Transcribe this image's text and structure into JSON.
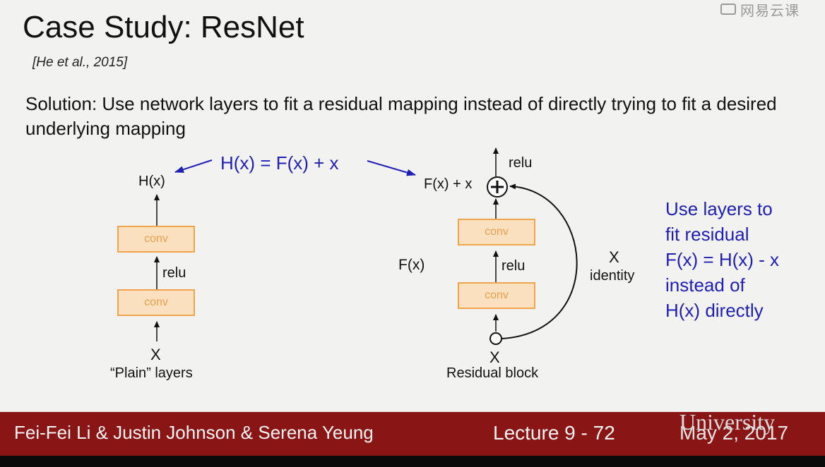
{
  "watermark": {
    "text": "网易云课"
  },
  "slide": {
    "title": "Case Study: ResNet",
    "citation": "[He et al., 2015]",
    "solution": "Solution: Use network layers to fit a residual mapping instead of directly trying to fit a desired underlying mapping"
  },
  "diagram": {
    "equation": "H(x) = F(x) + x",
    "plain": {
      "output_label": "H(x)",
      "conv_top": "conv",
      "relu": "relu",
      "conv_bottom": "conv",
      "input_label": "X",
      "caption": "“Plain” layers"
    },
    "residual": {
      "top_relu": "relu",
      "sum_label": "F(x) + x",
      "conv_top": "conv",
      "relu": "relu",
      "conv_bottom": "conv",
      "fx_label": "F(x)",
      "input_label": "X",
      "caption": "Residual block",
      "identity_x": "X",
      "identity_label": "identity"
    }
  },
  "note": {
    "lines": [
      "Use layers to",
      "fit residual",
      "F(x) = H(x) - x",
      "instead of",
      "H(x) directly"
    ]
  },
  "footer": {
    "authors": "Fei-Fei Li & Justin Johnson & Serena Yeung",
    "lecture": "Lecture 9 - 72",
    "date": "May 2, 2017",
    "overlay": "University"
  },
  "colors": {
    "blue": "#1f1fb5",
    "conv_fill": "#fbe0c0",
    "conv_border": "#f0a54a",
    "footer": "#8a1515"
  }
}
